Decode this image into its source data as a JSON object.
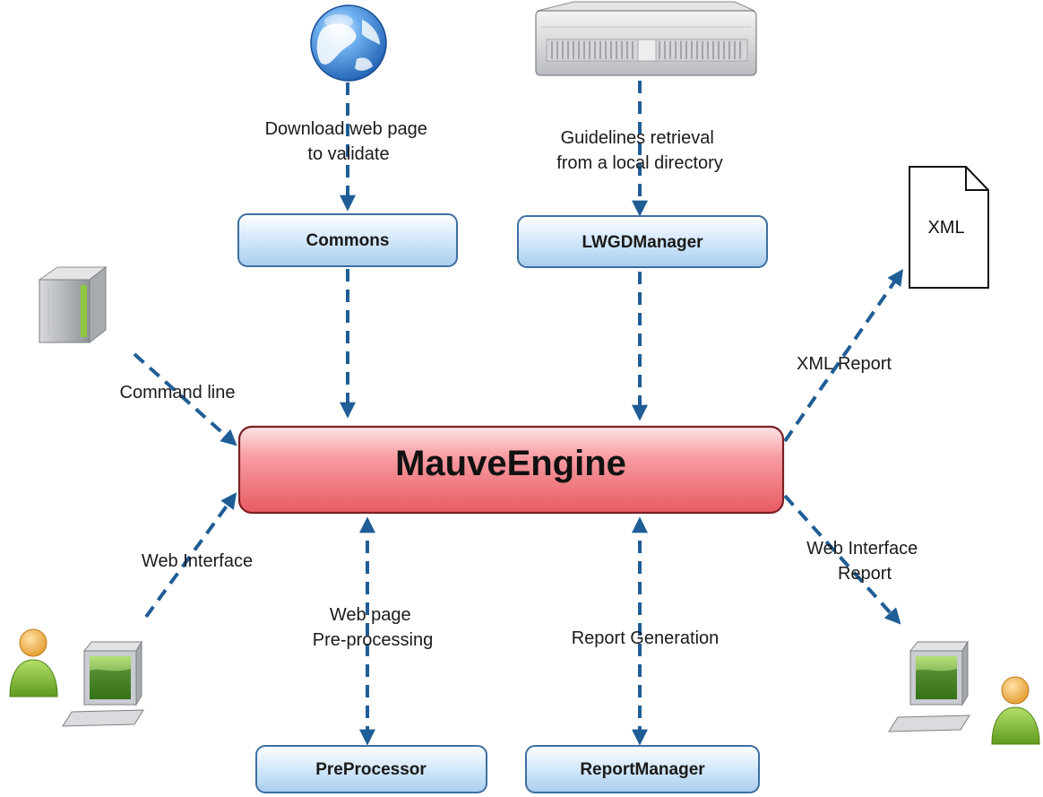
{
  "engine": {
    "label": "MauveEngine"
  },
  "modules": {
    "commons": "Commons",
    "lwgd": "LWGDManager",
    "preprocessor": "PreProcessor",
    "report_manager": "ReportManager"
  },
  "documents": {
    "xml": "XML"
  },
  "flows": {
    "download": [
      "Download web page",
      "to validate"
    ],
    "guidelines": [
      "Guidelines retrieval",
      "from a local directory"
    ],
    "command_line": "Command line",
    "xml_report": "XML Report",
    "web_interface": "Web Interface",
    "web_interface_report": [
      "Web Interface",
      "Report"
    ],
    "preprocessing": [
      "Web page",
      "Pre-processing"
    ],
    "report_generation": "Report Generation"
  },
  "icons": {
    "web": "globe-icon",
    "guidelines_store": "server-rack-icon",
    "command_line": "tower-computer-icon",
    "web_user_in": "user-workstation-icon",
    "web_user_out": "user-workstation-icon",
    "xml_doc": "document-icon"
  },
  "colors": {
    "engine_fill": "#f3868c",
    "module_fill": "#bcdcf7",
    "arrow": "#1f5d96"
  }
}
